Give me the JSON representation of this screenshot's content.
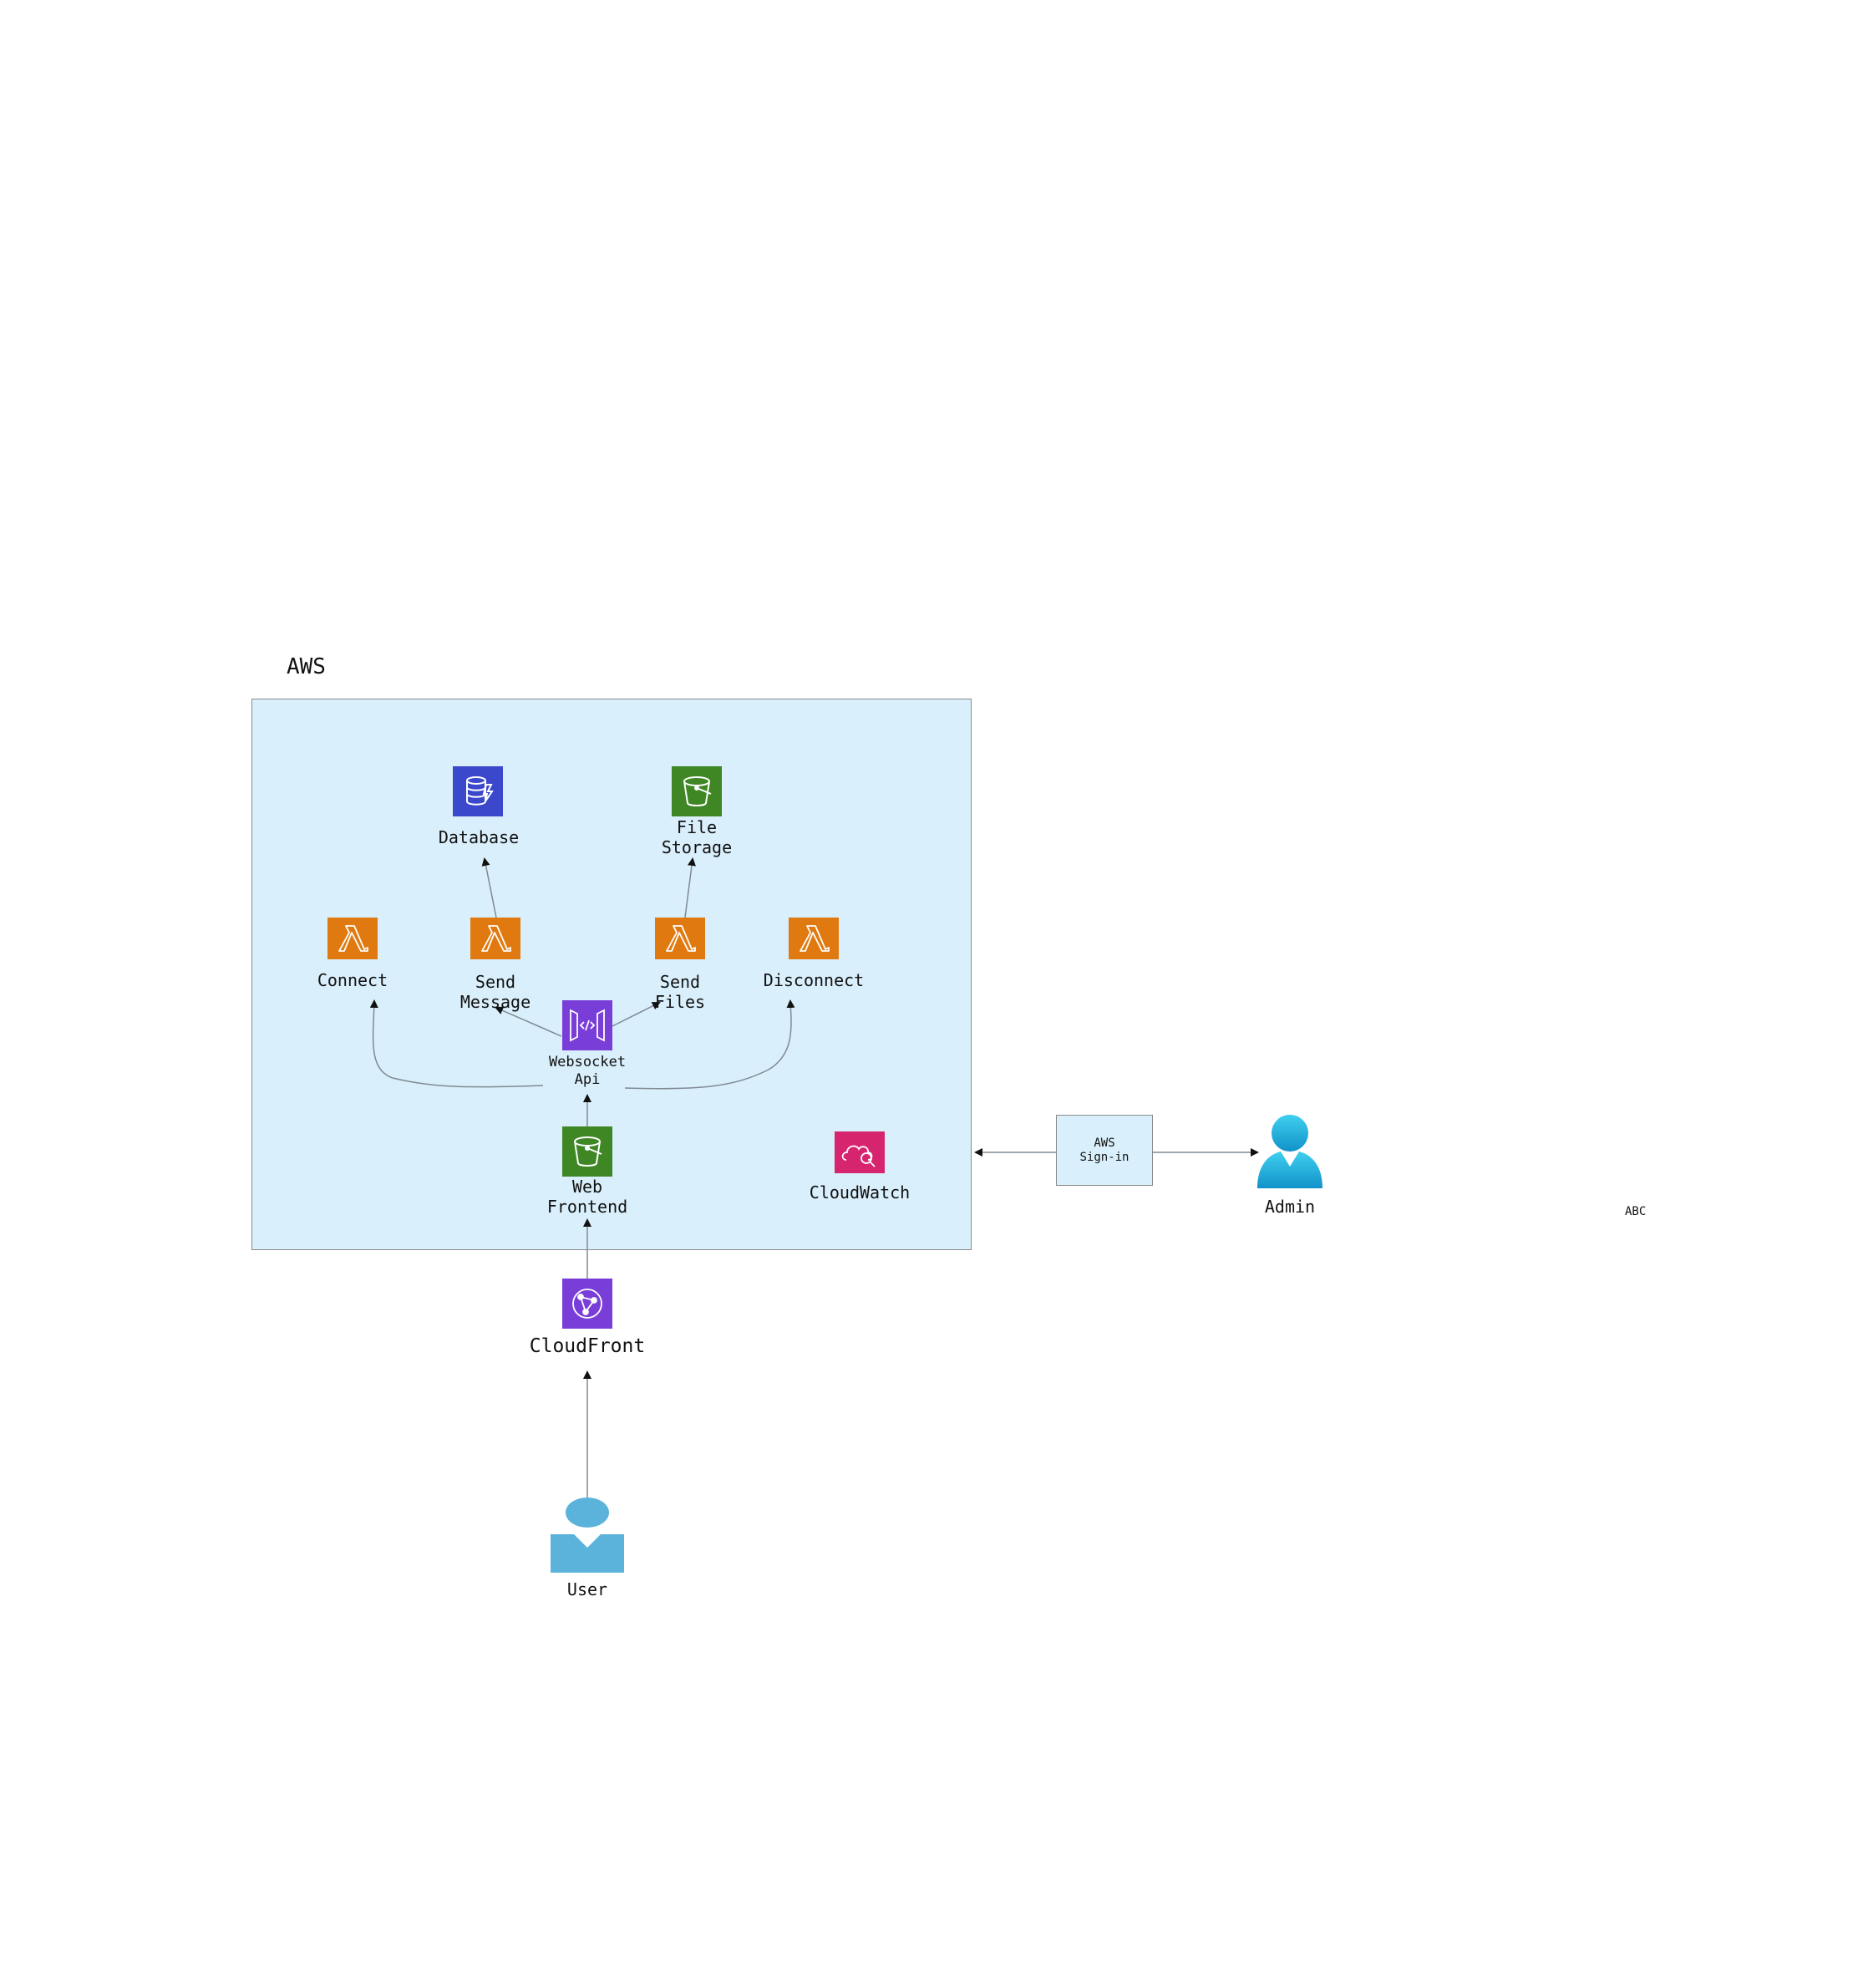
{
  "group": {
    "title": "AWS",
    "fill": "#d9effb"
  },
  "nodes": {
    "database": {
      "label": "Database",
      "icon": "dynamodb-icon",
      "color": "#3b48cc"
    },
    "file_storage": {
      "label": "File\nStorage",
      "icon": "s3-bucket-icon",
      "color": "#3f8624"
    },
    "connect": {
      "label": "Connect",
      "icon": "lambda-icon",
      "color": "#e07a10"
    },
    "send_message": {
      "label": "Send\nMessage",
      "icon": "lambda-icon",
      "color": "#e07a10"
    },
    "send_files": {
      "label": "Send\nFiles",
      "icon": "lambda-icon",
      "color": "#e07a10"
    },
    "disconnect": {
      "label": "Disconnect",
      "icon": "lambda-icon",
      "color": "#e07a10"
    },
    "websocket_api": {
      "label": "Websocket\nApi",
      "icon": "api-gateway-icon",
      "color": "#7a3ed8"
    },
    "web_frontend": {
      "label": "Web\nFrontend",
      "icon": "s3-bucket-icon",
      "color": "#3f8624"
    },
    "cloudwatch": {
      "label": "CloudWatch",
      "icon": "cloudwatch-icon",
      "color": "#d6246e"
    },
    "cloudfront": {
      "label": "CloudFront",
      "icon": "cloudfront-icon",
      "color": "#7a3ed8"
    },
    "user": {
      "label": "User",
      "icon": "user-icon",
      "color": "#5bb3dc"
    },
    "admin": {
      "label": "Admin",
      "icon": "admin-icon",
      "color": "#1bb4dc"
    }
  },
  "signin": {
    "label": "AWS\nSign-in"
  },
  "stray_text": "ABC",
  "colors": {
    "line": "#7f8a93",
    "arrow": "#111111"
  }
}
